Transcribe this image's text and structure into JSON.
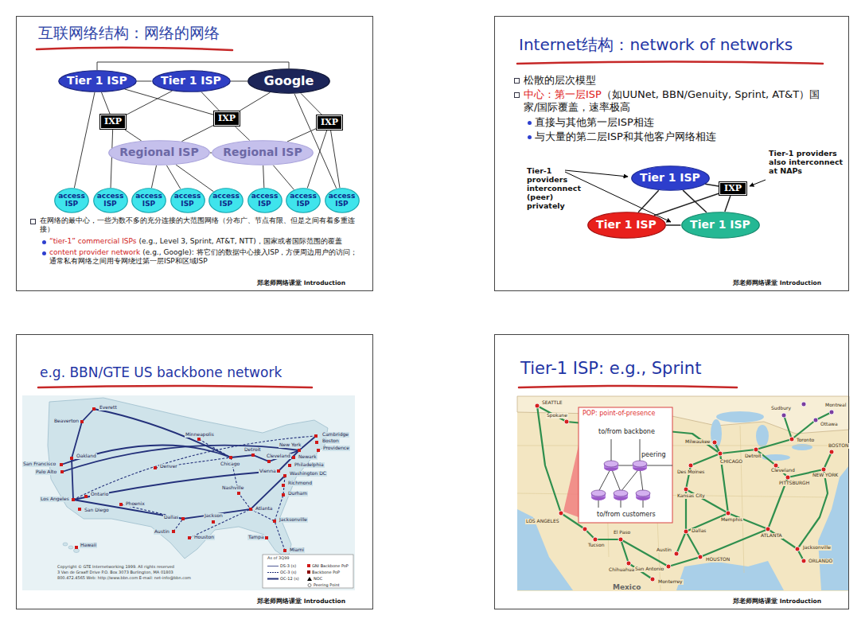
{
  "diagram": {
    "nodes": [
      {
        "text": [
          "互联网络结构：网络的网络",
          "在网络的最中心，一些为数不多的充分连接的大范围网络（分布广、节点有限、但是之间有着多重连接）",
          "“tier-1” commercial ISPs",
          "(e.g., Level 3, Sprint, AT&T, NTT)，国家或者国际范围的覆盖",
          "content provider network",
          "(e.g., Google): 将它们的数据中心接入ISP，方便周边用户的访问；通常私有网络之间用专网绕过第一层ISP和区域ISP",
          "郑老师网络课堂 Introduction"
        ]
      },
      {
        "text": [
          "Tier 1 ISP"
        ],
        "in": 0
      },
      {
        "text": [
          "Tier 1 ISP"
        ],
        "in": 0
      },
      {
        "text": [
          "Google"
        ],
        "in": 0
      },
      {
        "text": [
          "IXP"
        ],
        "in": 0
      },
      {
        "text": [
          "IXP"
        ],
        "in": 0
      },
      {
        "text": [
          "IXP"
        ],
        "in": 0
      },
      {
        "text": [
          "Regional ISP"
        ],
        "in": 0
      },
      {
        "text": [
          "Regional ISP"
        ],
        "in": 0
      },
      {
        "text": [
          "access ISP"
        ],
        "in": 0
      },
      {
        "text": [
          "access ISP"
        ],
        "in": 0
      },
      {
        "text": [
          "access ISP"
        ],
        "in": 0
      },
      {
        "text": [
          "access ISP"
        ],
        "in": 0
      },
      {
        "text": [
          "access ISP"
        ],
        "in": 0
      },
      {
        "text": [
          "access ISP"
        ],
        "in": 0
      },
      {
        "text": [
          "access ISP"
        ],
        "in": 0
      },
      {
        "text": [
          "access ISP"
        ],
        "in": 0
      },
      {
        "text": [
          "Internet结构：network of networks",
          "松散的层次模型",
          "中心：第一层ISP",
          "（如UUNet, BBN/Genuity, Sprint, AT&T）国家/国际覆盖，速率极高",
          "直接与其他第一层ISP相连",
          "与大量的第二层ISP和其他客户网络相连",
          "郑老师网络课堂 Introduction"
        ]
      },
      {
        "text": [
          "Tier 1 ISP"
        ],
        "in": 17
      },
      {
        "text": [
          "IXP"
        ],
        "in": 17
      },
      {
        "text": [
          "Tier 1 ISP"
        ],
        "in": 17
      },
      {
        "text": [
          "Tier 1 ISP"
        ],
        "in": 17
      },
      {
        "text": [
          "e.g. BBN/GTE US backbone network",
          "郑老师网络课堂 Introduction"
        ]
      },
      {
        "text": [
          "Tier-1 ISP: e.g., Sprint",
          "郑老师网络课堂 Introduction"
        ]
      },
      {
        "text": [
          "POP: point-of-presence",
          "to/from backbone",
          "peering",
          "to/from customers"
        ],
        "in": 23
      }
    ],
    "edges": [
      {
        "from": 1,
        "to": 2,
        "arrow": "none"
      },
      {
        "from": 2,
        "to": 3,
        "arrow": "none"
      },
      {
        "from": 1,
        "to": 3,
        "arrow": "none"
      },
      {
        "from": 1,
        "to": 4,
        "arrow": "none"
      },
      {
        "from": 1,
        "to": 5,
        "arrow": "none"
      },
      {
        "from": 2,
        "to": 4,
        "arrow": "none"
      },
      {
        "from": 2,
        "to": 5,
        "arrow": "none"
      },
      {
        "from": 3,
        "to": 5,
        "arrow": "none"
      },
      {
        "from": 3,
        "to": 6,
        "arrow": "none"
      },
      {
        "from": 4,
        "to": 7,
        "arrow": "none"
      },
      {
        "from": 5,
        "to": 7,
        "arrow": "none"
      },
      {
        "from": 5,
        "to": 8,
        "arrow": "none"
      },
      {
        "from": 6,
        "to": 8,
        "arrow": "none"
      },
      {
        "from": 7,
        "to": 8,
        "arrow": "none"
      },
      {
        "from": 1,
        "to": 9,
        "arrow": "none"
      },
      {
        "from": 4,
        "to": 10,
        "arrow": "none"
      },
      {
        "from": 7,
        "to": 11,
        "arrow": "none"
      },
      {
        "from": 7,
        "to": 12,
        "arrow": "none"
      },
      {
        "from": 7,
        "to": 13,
        "arrow": "none"
      },
      {
        "from": 8,
        "to": 14,
        "arrow": "none"
      },
      {
        "from": 8,
        "to": 15,
        "arrow": "none"
      },
      {
        "from": 6,
        "to": 15,
        "arrow": "none"
      },
      {
        "from": 6,
        "to": 16,
        "arrow": "none"
      },
      {
        "from": 3,
        "to": 16,
        "arrow": "none"
      },
      {
        "from": 18,
        "to": 20,
        "arrow": "none"
      },
      {
        "from": 18,
        "to": 21,
        "arrow": "none"
      },
      {
        "from": 20,
        "to": 21,
        "arrow": "none"
      },
      {
        "from": 18,
        "to": 19,
        "arrow": "none"
      },
      {
        "from": 19,
        "to": 21,
        "arrow": "none"
      },
      {
        "from": 19,
        "to": 20,
        "arrow": "none"
      }
    ],
    "labels": [
      "Tier-1 providers interconnect (peer) privately",
      "Tier-1 providers also interconnect at NAPs",
      "Everett",
      "Beaverton",
      "Oakland",
      "San Francisco",
      "Palo Alto",
      "Los Angeles",
      "Ontario",
      "San Diego",
      "Phoenix",
      "Denver",
      "Minneapolis",
      "Chicago",
      "Detroit",
      "Cleveland",
      "New York",
      "Cambridge",
      "Boston",
      "Providence",
      "Newark",
      "Philadelphia",
      "Washington DC",
      "Vienna",
      "Richmond",
      "Durham",
      "Nashville",
      "Atlanta",
      "Dallas",
      "Jackson",
      "Austin",
      "Houston",
      "Jacksonville",
      "Tampa",
      "Miami",
      "Hawaii",
      "Copyright © GTE Internetworking 1999. All rights reserved",
      "3 Van de Graaff Drive P.O. Box 3073 Burlington, MA 01803",
      "800.472.4565 Web: http://www.bbn.com E-mail: net-info@bbn.com",
      "As of 3Q99",
      "SEATTLE",
      "Spokane",
      "Sudbury",
      "Ottawa",
      "Montreal",
      "Toronto",
      "BOSTON",
      "NEW YORK",
      "PITTSBURGH",
      "Cleveland",
      "Detroit",
      "Milwaukee",
      "CHICAGO",
      "Des Moines",
      "Kansas City",
      "Memphis",
      "ATLANTA",
      "Jacksonville",
      "ORLANDO",
      "Dallas",
      "Austin",
      "HOUSTON",
      "San Antonio",
      "El Paso",
      "Tucson",
      "LOS ANGELES",
      "Chihuahua",
      "Monterrey",
      "Mexico"
    ],
    "legend": [
      {
        "text": "DS-3 (s)"
      },
      {
        "text": "OC-3 (s)"
      },
      {
        "text": "OC-12 (s)"
      },
      {
        "text": "GNI Backbone PoP",
        "color": "#d01818"
      },
      {
        "text": "Backbone PoP",
        "color": "#8b0000"
      },
      {
        "text": "NOC"
      },
      {
        "text": "Peering Point"
      }
    ]
  }
}
